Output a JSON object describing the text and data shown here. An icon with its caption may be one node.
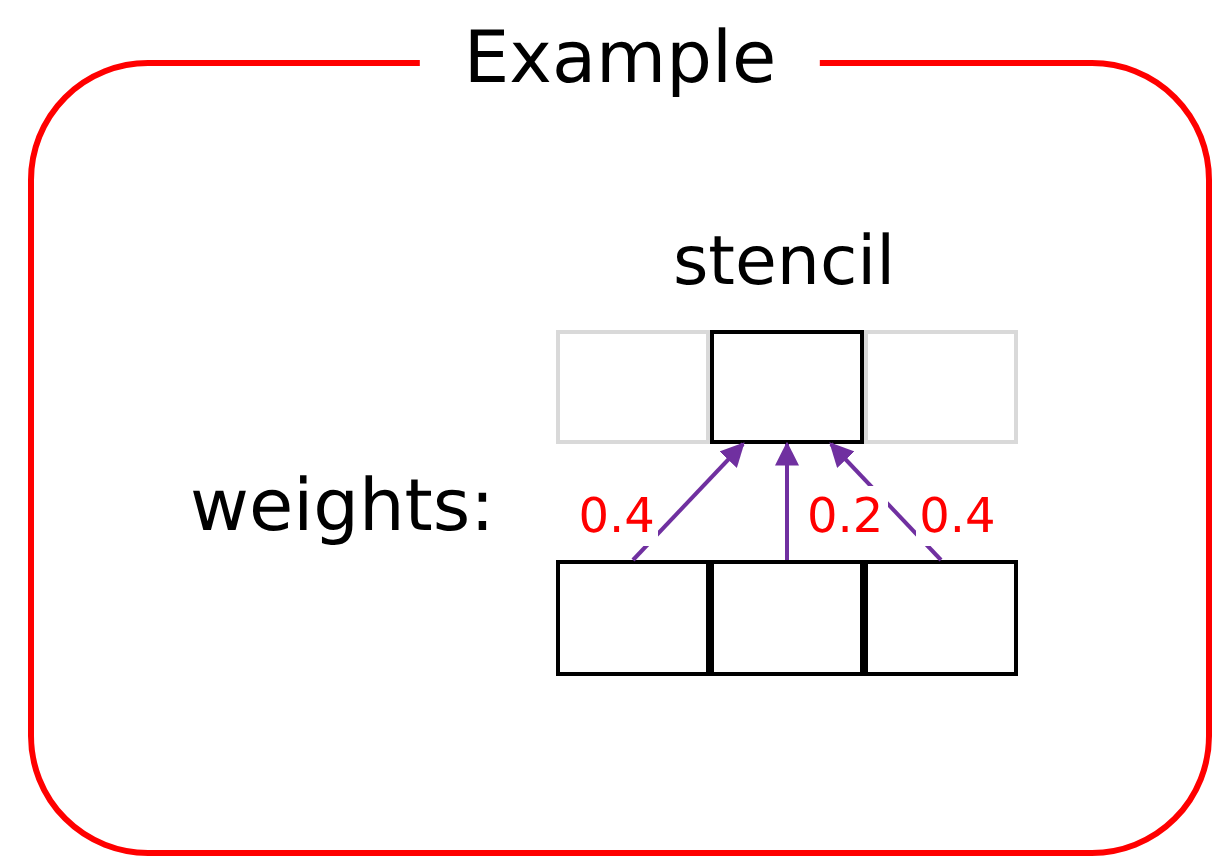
{
  "diagram": {
    "nodes": [
      {
        "text": [
          "Example"
        ]
      },
      {
        "text": [],
        "shape": "box",
        "in": 0
      },
      {
        "text": [],
        "shape": "box",
        "in": 0
      },
      {
        "text": [],
        "shape": "box",
        "in": 0
      },
      {
        "text": [],
        "shape": "box",
        "in": 0
      },
      {
        "text": [],
        "shape": "box",
        "in": 0
      },
      {
        "text": [],
        "shape": "box",
        "in": 0
      }
    ],
    "edges": [
      {
        "from": 4,
        "to": 2,
        "arrow": "to",
        "label": "0.4"
      },
      {
        "from": 5,
        "to": 2,
        "arrow": "to",
        "label": "0.2"
      },
      {
        "from": 6,
        "to": 2,
        "arrow": "to",
        "label": "0.4"
      }
    ],
    "labels": [
      "stencil",
      "weights:"
    ]
  }
}
